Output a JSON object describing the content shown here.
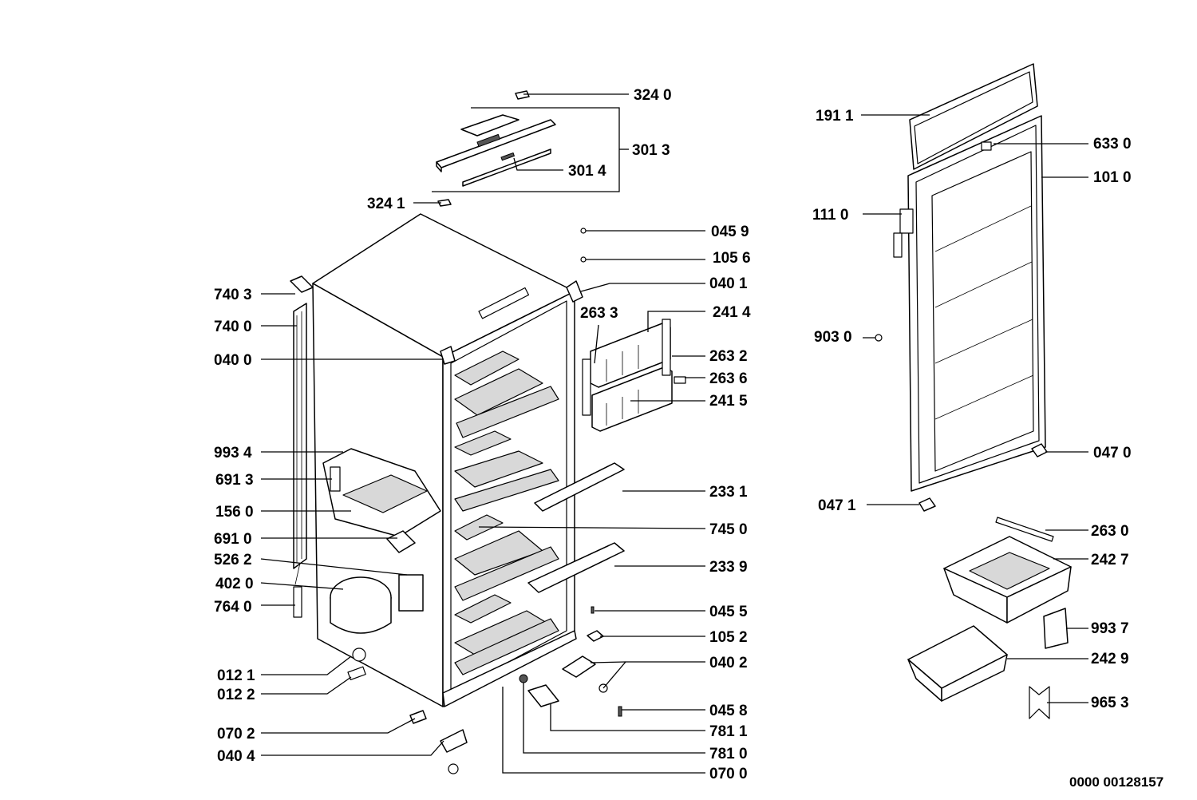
{
  "labels": {
    "l3240": "324 0",
    "l3013": "301 3",
    "l3014": "301 4",
    "l3241": "324 1",
    "l0459": "045 9",
    "l1056": "105 6",
    "l0401": "040 1",
    "l2633": "263 3",
    "l2414": "241 4",
    "l2632": "263 2",
    "l2636": "263 6",
    "l2415": "241 5",
    "l7403": "740 3",
    "l7400": "740 0",
    "l0400": "040 0",
    "l9934": "993 4",
    "l6913": "691 3",
    "l1560": "156 0",
    "l6910": "691 0",
    "l5262": "526 2",
    "l4020": "402 0",
    "l7640": "764 0",
    "l0121": "012 1",
    "l0122": "012 2",
    "l0702": "070 2",
    "l0404": "040 4",
    "l2331": "233 1",
    "l7450": "745 0",
    "l2339": "233 9",
    "l0455": "045 5",
    "l1052": "105 2",
    "l0402": "040 2",
    "l0458": "045 8",
    "l7811": "781 1",
    "l7810": "781 0",
    "l0700": "070 0",
    "l1911": "191 1",
    "l6330": "633 0",
    "l1010": "101 0",
    "l1110": "111 0",
    "l9030": "903 0",
    "l0470": "047 0",
    "l0471": "047 1",
    "l2630": "263 0",
    "l2427": "242 7",
    "l9937": "993 7",
    "l2429": "242 9",
    "l9653": "965 3"
  },
  "document_ref": "0000 00128157"
}
